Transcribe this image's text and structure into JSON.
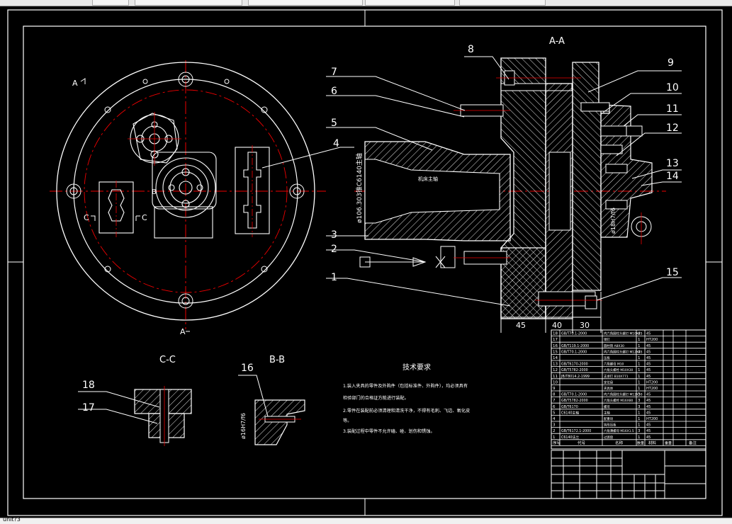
{
  "status_text": "unit?3",
  "views": {
    "section_aa": "A-A",
    "section_cc": "C-C",
    "section_bb": "B-B",
    "cut_a_top": "A",
    "cut_a_bottom": "A",
    "cut_b": "B",
    "cut_c_left": "C",
    "cut_c_right": "C"
  },
  "balloons": [
    "1",
    "2",
    "3",
    "4",
    "5",
    "6",
    "7",
    "8",
    "9",
    "10",
    "11",
    "12",
    "13",
    "14",
    "15",
    "16",
    "17",
    "18"
  ],
  "dimensions": {
    "d45": "45",
    "d40": "40",
    "d30": "30",
    "bore_label": "ø106.303锥C6140主轴",
    "bb_dim": "ø16H7/f6",
    "right_dim": "ø18H7/f6"
  },
  "notes": {
    "heading": "技术要求",
    "line1": "1.装入夹具的零件及外购件（包括标准件、外购件），均必须具有",
    "line2": "检验部门的合格证方能进行装配。",
    "line3": "2.零件在装配前必须清理和清洗干净，不得有毛刺、飞边、氧化皮",
    "line4": "等。",
    "line5": "3.装配过程中零件不允许磕、碰、划伤和锈蚀。"
  },
  "bom": [
    {
      "no": "18",
      "code": "GB/T70.1-2000",
      "name": "内六角圆柱头螺钉 M10X25",
      "qty": "4",
      "mat": "45"
    },
    {
      "no": "17",
      "code": "",
      "name": "销钉",
      "qty": "1",
      "mat": "HT200"
    },
    {
      "no": "16",
      "code": "GB/T119.1-2000",
      "name": "圆柱销 A8X30",
      "qty": "1",
      "mat": "45"
    },
    {
      "no": "15",
      "code": "GB/T70.1-2000",
      "name": "内六角圆柱头螺钉 M12X35",
      "qty": "4",
      "mat": "45"
    },
    {
      "no": "14",
      "code": "",
      "name": "压板",
      "qty": "1",
      "mat": "45"
    },
    {
      "no": "13",
      "code": "GB/T6170-2000",
      "name": "六角螺母 M10",
      "qty": "1",
      "mat": "45"
    },
    {
      "no": "12",
      "code": "GB/T5782-2000",
      "name": "六角头螺栓 M10X30",
      "qty": "1",
      "mat": "45"
    },
    {
      "no": "11",
      "code": "JB/T8014.2-1999",
      "name": "支承钉 B10X771",
      "qty": "1",
      "mat": "45"
    },
    {
      "no": "10",
      "code": "",
      "name": "定位盘",
      "qty": "1",
      "mat": "HT200"
    },
    {
      "no": "9",
      "code": "",
      "name": "夹具体",
      "qty": "1",
      "mat": "HT200"
    },
    {
      "no": "8",
      "code": "GB/T70.1-2000",
      "name": "内六角圆柱头螺钉 M12X50",
      "qty": "3",
      "mat": "45"
    },
    {
      "no": "7",
      "code": "GB/T5782-2000",
      "name": "六角头螺栓 M16X80",
      "qty": "3",
      "mat": "45"
    },
    {
      "no": "6",
      "code": "GB/T6170",
      "name": "螺母",
      "qty": "3",
      "mat": "45"
    },
    {
      "no": "5",
      "code": "C6140主轴",
      "name": "主轴",
      "qty": "1",
      "mat": "45"
    },
    {
      "no": "4",
      "code": "",
      "name": "配重块",
      "qty": "1",
      "mat": "HT200"
    },
    {
      "no": "3",
      "code": "",
      "name": "钩形压板",
      "qty": "1",
      "mat": "45"
    },
    {
      "no": "2",
      "code": "GB/T6172.1-2000",
      "name": "六角薄螺母 M16X1.5",
      "qty": "3",
      "mat": "45"
    },
    {
      "no": "1",
      "code": "C6140法兰",
      "name": "过渡盘",
      "qty": "1",
      "mat": "45"
    }
  ],
  "bom_header": {
    "no": "序号",
    "code": "代号",
    "name": "名称",
    "qty": "数量",
    "mat": "材料",
    "wt": "重量",
    "note": "备注"
  }
}
